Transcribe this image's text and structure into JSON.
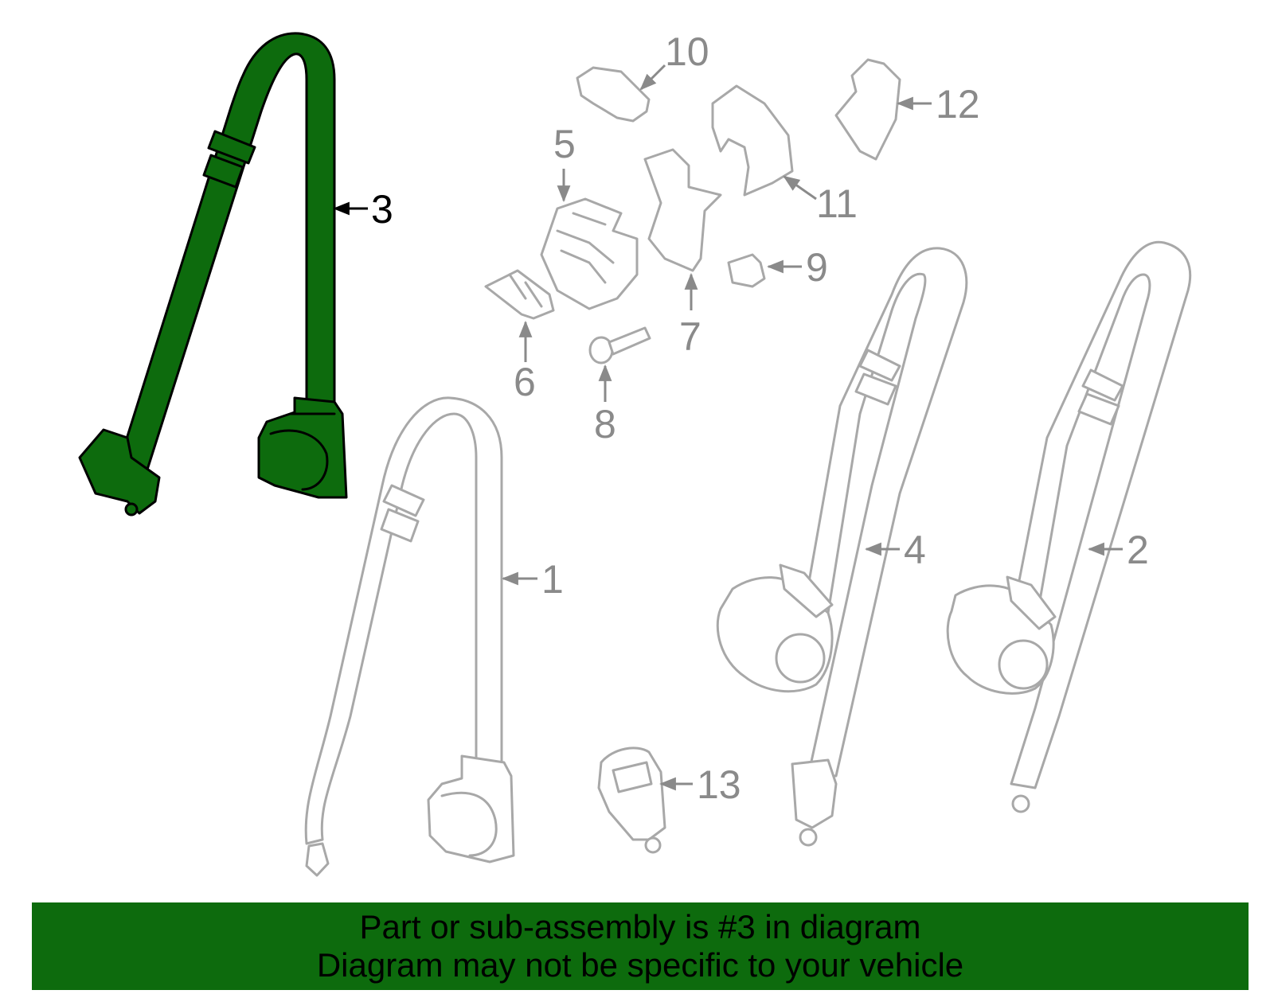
{
  "colors": {
    "highlight": "#0d6b0d",
    "outline": "#a8a8a8",
    "label": "#8a8a8a",
    "banner_bg": "#0d6b0d"
  },
  "callouts": {
    "c1": "1",
    "c2": "2",
    "c3": "3",
    "c4": "4",
    "c5": "5",
    "c6": "6",
    "c7": "7",
    "c8": "8",
    "c9": "9",
    "c10": "10",
    "c11": "11",
    "c12": "12",
    "c13": "13"
  },
  "highlighted_part": "3",
  "banner": {
    "line1": "Part or sub-assembly is #3 in diagram",
    "line2": "Diagram may not be specific to your vehicle"
  }
}
